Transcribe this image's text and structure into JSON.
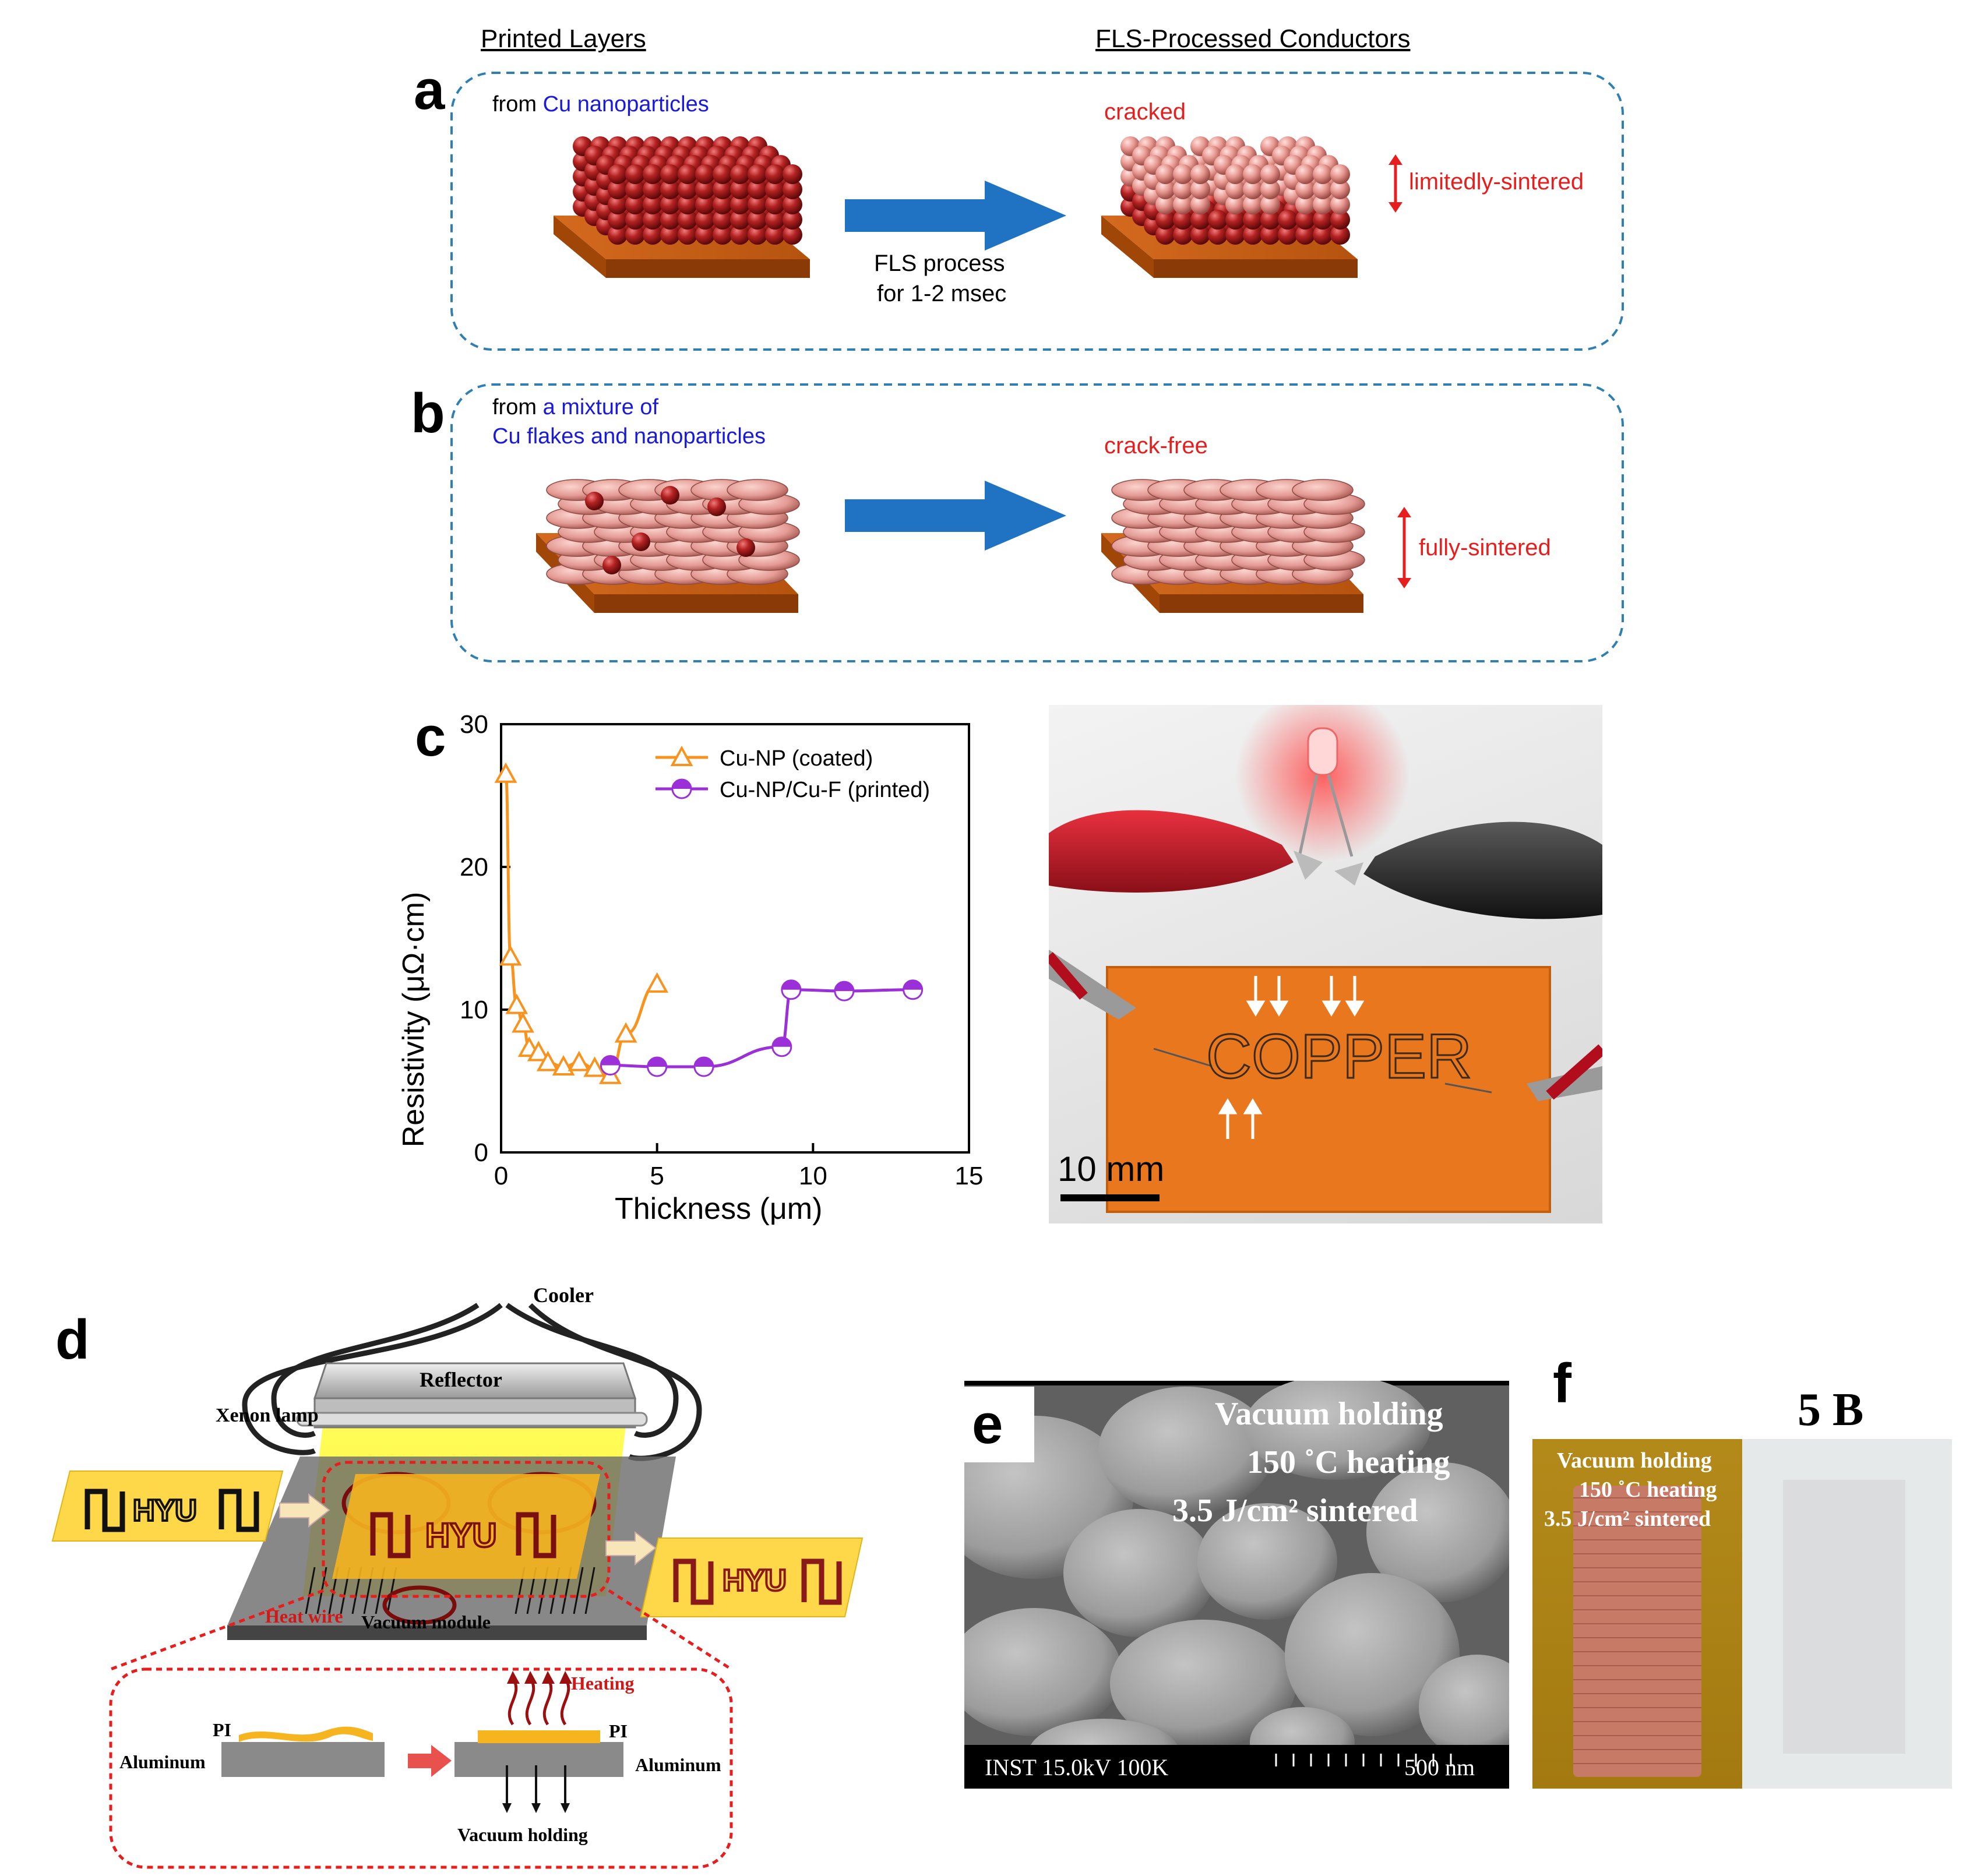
{
  "header": {
    "left": "Printed Layers",
    "right": "FLS-Processed Conductors"
  },
  "panel_a": {
    "letter": "a",
    "from_prefix": "from ",
    "from_material": "Cu nanoparticles",
    "arrow_caption_1": "FLS process",
    "arrow_caption_2": "for 1-2 msec",
    "result_label": "cracked",
    "side_label": "limitedly-sintered"
  },
  "panel_b": {
    "letter": "b",
    "from_prefix": "from ",
    "from_material_1": "a mixture of",
    "from_material_2": "Cu flakes and nanoparticles",
    "result_label": "crack-free",
    "side_label": "fully-sintered"
  },
  "panel_c": {
    "letter": "c",
    "photo_word": "COPPER",
    "scale_bar": "10 mm"
  },
  "chart_data": {
    "type": "line",
    "xlabel": "Thickness (μm)",
    "ylabel": "Resistivity (μΩ·cm)",
    "xlim": [
      0,
      15
    ],
    "ylim": [
      0,
      30
    ],
    "xticks": [
      "0",
      "5",
      "10",
      "15"
    ],
    "yticks": [
      "0",
      "10",
      "20",
      "30"
    ],
    "legend_position": "top-right",
    "series": [
      {
        "name": "Cu-NP (coated)",
        "color": "#f7931e",
        "marker": "triangle",
        "x": [
          0.15,
          0.3,
          0.5,
          0.7,
          0.9,
          1.2,
          1.5,
          2.0,
          2.5,
          3.0,
          3.5,
          4.0,
          5.0
        ],
        "y": [
          26.5,
          13.7,
          10.3,
          9.0,
          7.3,
          7.0,
          6.3,
          6.0,
          6.3,
          5.9,
          5.4,
          8.3,
          11.8
        ]
      },
      {
        "name": "Cu-NP/Cu-F (printed)",
        "color": "#9b30d8",
        "marker": "half-circle",
        "x": [
          3.5,
          5.0,
          6.5,
          9.0,
          9.3,
          11.0,
          13.2
        ],
        "y": [
          6.1,
          6.0,
          6.0,
          7.4,
          11.4,
          11.3,
          11.4
        ]
      }
    ]
  },
  "panel_d": {
    "letter": "d",
    "cooler": "Cooler",
    "reflector": "Reflector",
    "xenon_lamp": "Xenon lamp",
    "heat_wire": "Heat wire",
    "vacuum_module": "Vacuum module",
    "heating": "Heating",
    "pi_left": "PI",
    "pi_right": "PI",
    "aluminum_left": "Aluminum",
    "aluminum_right": "Aluminum",
    "vacuum_holding": "Vacuum holding",
    "pattern_text": "HYU"
  },
  "panel_e": {
    "letter": "e",
    "line1": "Vacuum holding",
    "line2": "150 ˚C heating",
    "line3": "3.5 J/cm² sintered",
    "footer_left": "INST 15.0kV 100K",
    "footer_right": "500 nm"
  },
  "panel_f": {
    "letter": "f",
    "title": "5 B",
    "line1": "Vacuum holding",
    "line2": "150 ˚C heating",
    "line3": "3.5 J/cm² sintered"
  },
  "colors": {
    "dashed_border": "#2f7fb0",
    "arrow_blue": "#1f73c2",
    "label_red": "#e61e1e",
    "label_blue": "#1a1adb",
    "substrate": "#c85a12",
    "cu_particle": "#b42222",
    "cu_flake": "#e49a94"
  }
}
